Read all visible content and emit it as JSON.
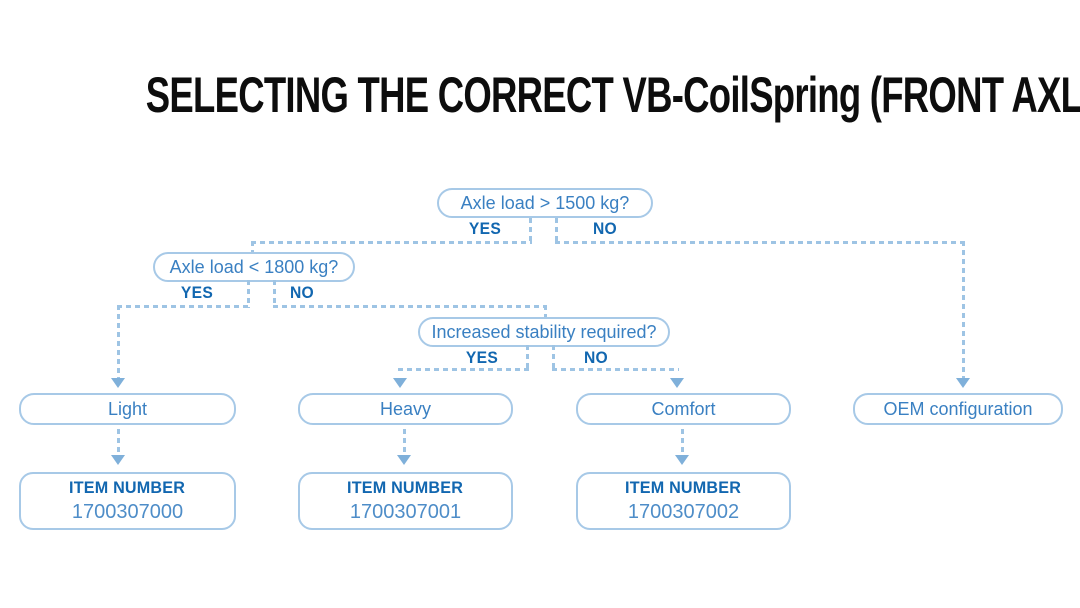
{
  "page": {
    "title": "SELECTING THE CORRECT VB-CoilSpring (FRONT AXLE)"
  },
  "flowchart": {
    "decisions": [
      {
        "question": "Axle load > 1500 kg?",
        "yes_label": "YES",
        "no_label": "NO"
      },
      {
        "question": "Axle load < 1800 kg?",
        "yes_label": "YES",
        "no_label": "NO"
      },
      {
        "question": "Increased stability required?",
        "yes_label": "YES",
        "no_label": "NO"
      }
    ],
    "outcomes": [
      {
        "label": "Light",
        "item_number_label": "ITEM NUMBER",
        "item_number": "1700307000"
      },
      {
        "label": "Heavy",
        "item_number_label": "ITEM NUMBER",
        "item_number": "1700307001"
      },
      {
        "label": "Comfort",
        "item_number_label": "ITEM NUMBER",
        "item_number": "1700307002"
      },
      {
        "label": "OEM configuration"
      }
    ],
    "colors": {
      "title": "#0d0d0d",
      "box_border": "#a7c9e7",
      "box_text": "#3a80c2",
      "yes_no_label": "#1267b0",
      "connector": "#9ec4e4",
      "arrow": "#7fb0da",
      "item_number_label": "#1267b0",
      "item_number_value": "#4e8dc8",
      "background": "#ffffff"
    }
  }
}
